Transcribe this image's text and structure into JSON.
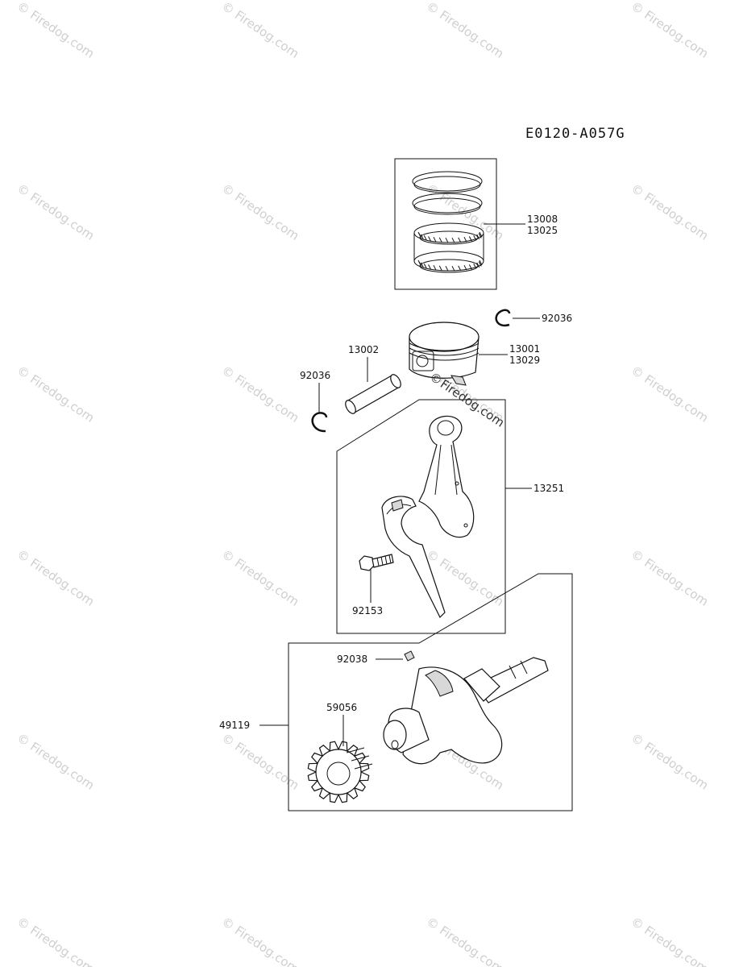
{
  "diagram": {
    "reference_code": "E0120-A057G",
    "parts": [
      {
        "id": "rings",
        "numbers": [
          "13008",
          "13025"
        ],
        "icon": "piston-rings-icon"
      },
      {
        "id": "clip-right",
        "numbers": [
          "92036"
        ],
        "icon": "circlip-icon"
      },
      {
        "id": "piston",
        "numbers": [
          "13001",
          "13029"
        ],
        "icon": "piston-icon"
      },
      {
        "id": "pin",
        "numbers": [
          "13002"
        ],
        "icon": "piston-pin-icon"
      },
      {
        "id": "clip-left",
        "numbers": [
          "92036"
        ],
        "icon": "circlip-icon"
      },
      {
        "id": "conrod",
        "numbers": [
          "13251"
        ],
        "icon": "connecting-rod-icon"
      },
      {
        "id": "bolt",
        "numbers": [
          "92153"
        ],
        "icon": "bolt-icon"
      },
      {
        "id": "key",
        "numbers": [
          "92038"
        ],
        "icon": "key-icon"
      },
      {
        "id": "gear",
        "numbers": [
          "59056"
        ],
        "icon": "gear-icon"
      },
      {
        "id": "crank",
        "numbers": [
          "49119"
        ],
        "icon": "crankshaft-icon"
      }
    ]
  },
  "watermark": {
    "text": "Firedog.com",
    "symbol": "©"
  }
}
